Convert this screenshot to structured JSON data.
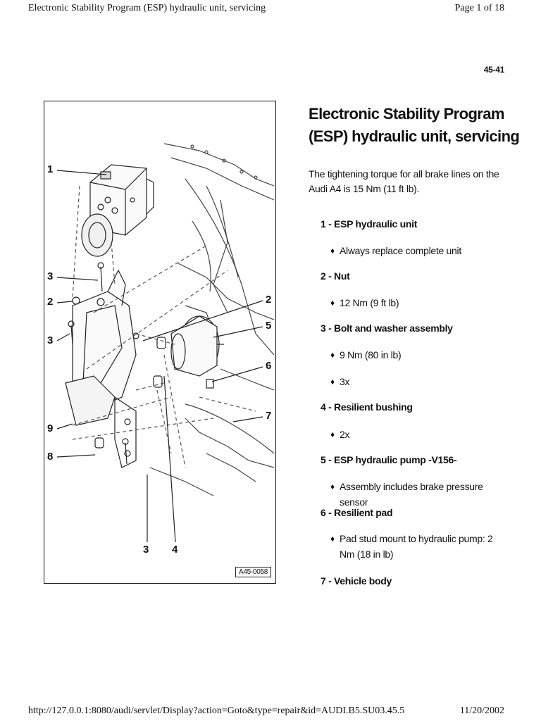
{
  "header": {
    "title": "Electronic Stability Program (ESP) hydraulic unit, servicing",
    "pager": "Page 1 of 18"
  },
  "page_number": "45-41",
  "figure": {
    "code": "A45-0058",
    "callouts": [
      "1",
      "3",
      "2",
      "3",
      "9",
      "8",
      "2",
      "5",
      "6",
      "7",
      "3",
      "4"
    ]
  },
  "heading": "Electronic Stability Program (ESP) hydraulic unit, servicing",
  "intro": "The tightening torque for all brake lines on the Audi A4 is 15 Nm (11 ft lb).",
  "items": [
    {
      "title": "1 - ESP hydraulic unit",
      "bullets": [
        "Always replace complete unit"
      ]
    },
    {
      "title": "2 - Nut",
      "bullets": [
        "12 Nm (9 ft lb)"
      ]
    },
    {
      "title": "3 - Bolt and washer assembly",
      "bullets": [
        "9 Nm (80 in lb)",
        "3x"
      ]
    },
    {
      "title": "4 - Resilient bushing",
      "bullets": [
        "2x"
      ]
    },
    {
      "title": "5 - ESP hydraulic pump -V156-",
      "bullets": [
        "Assembly includes brake pressure sensor"
      ]
    },
    {
      "title": "6 - Resilient pad",
      "bullets": [
        "Pad stud mount to hydraulic pump: 2 Nm (18 in lb)"
      ]
    },
    {
      "title": "7 - Vehicle body",
      "bullets": []
    }
  ],
  "bullet_glyph": "♦",
  "footer": {
    "url": "http://127.0.0.1:8080/audi/servlet/Display?action=Goto&type=repair&id=AUDI.B5.SU03.45.5",
    "date": "11/20/2002"
  }
}
